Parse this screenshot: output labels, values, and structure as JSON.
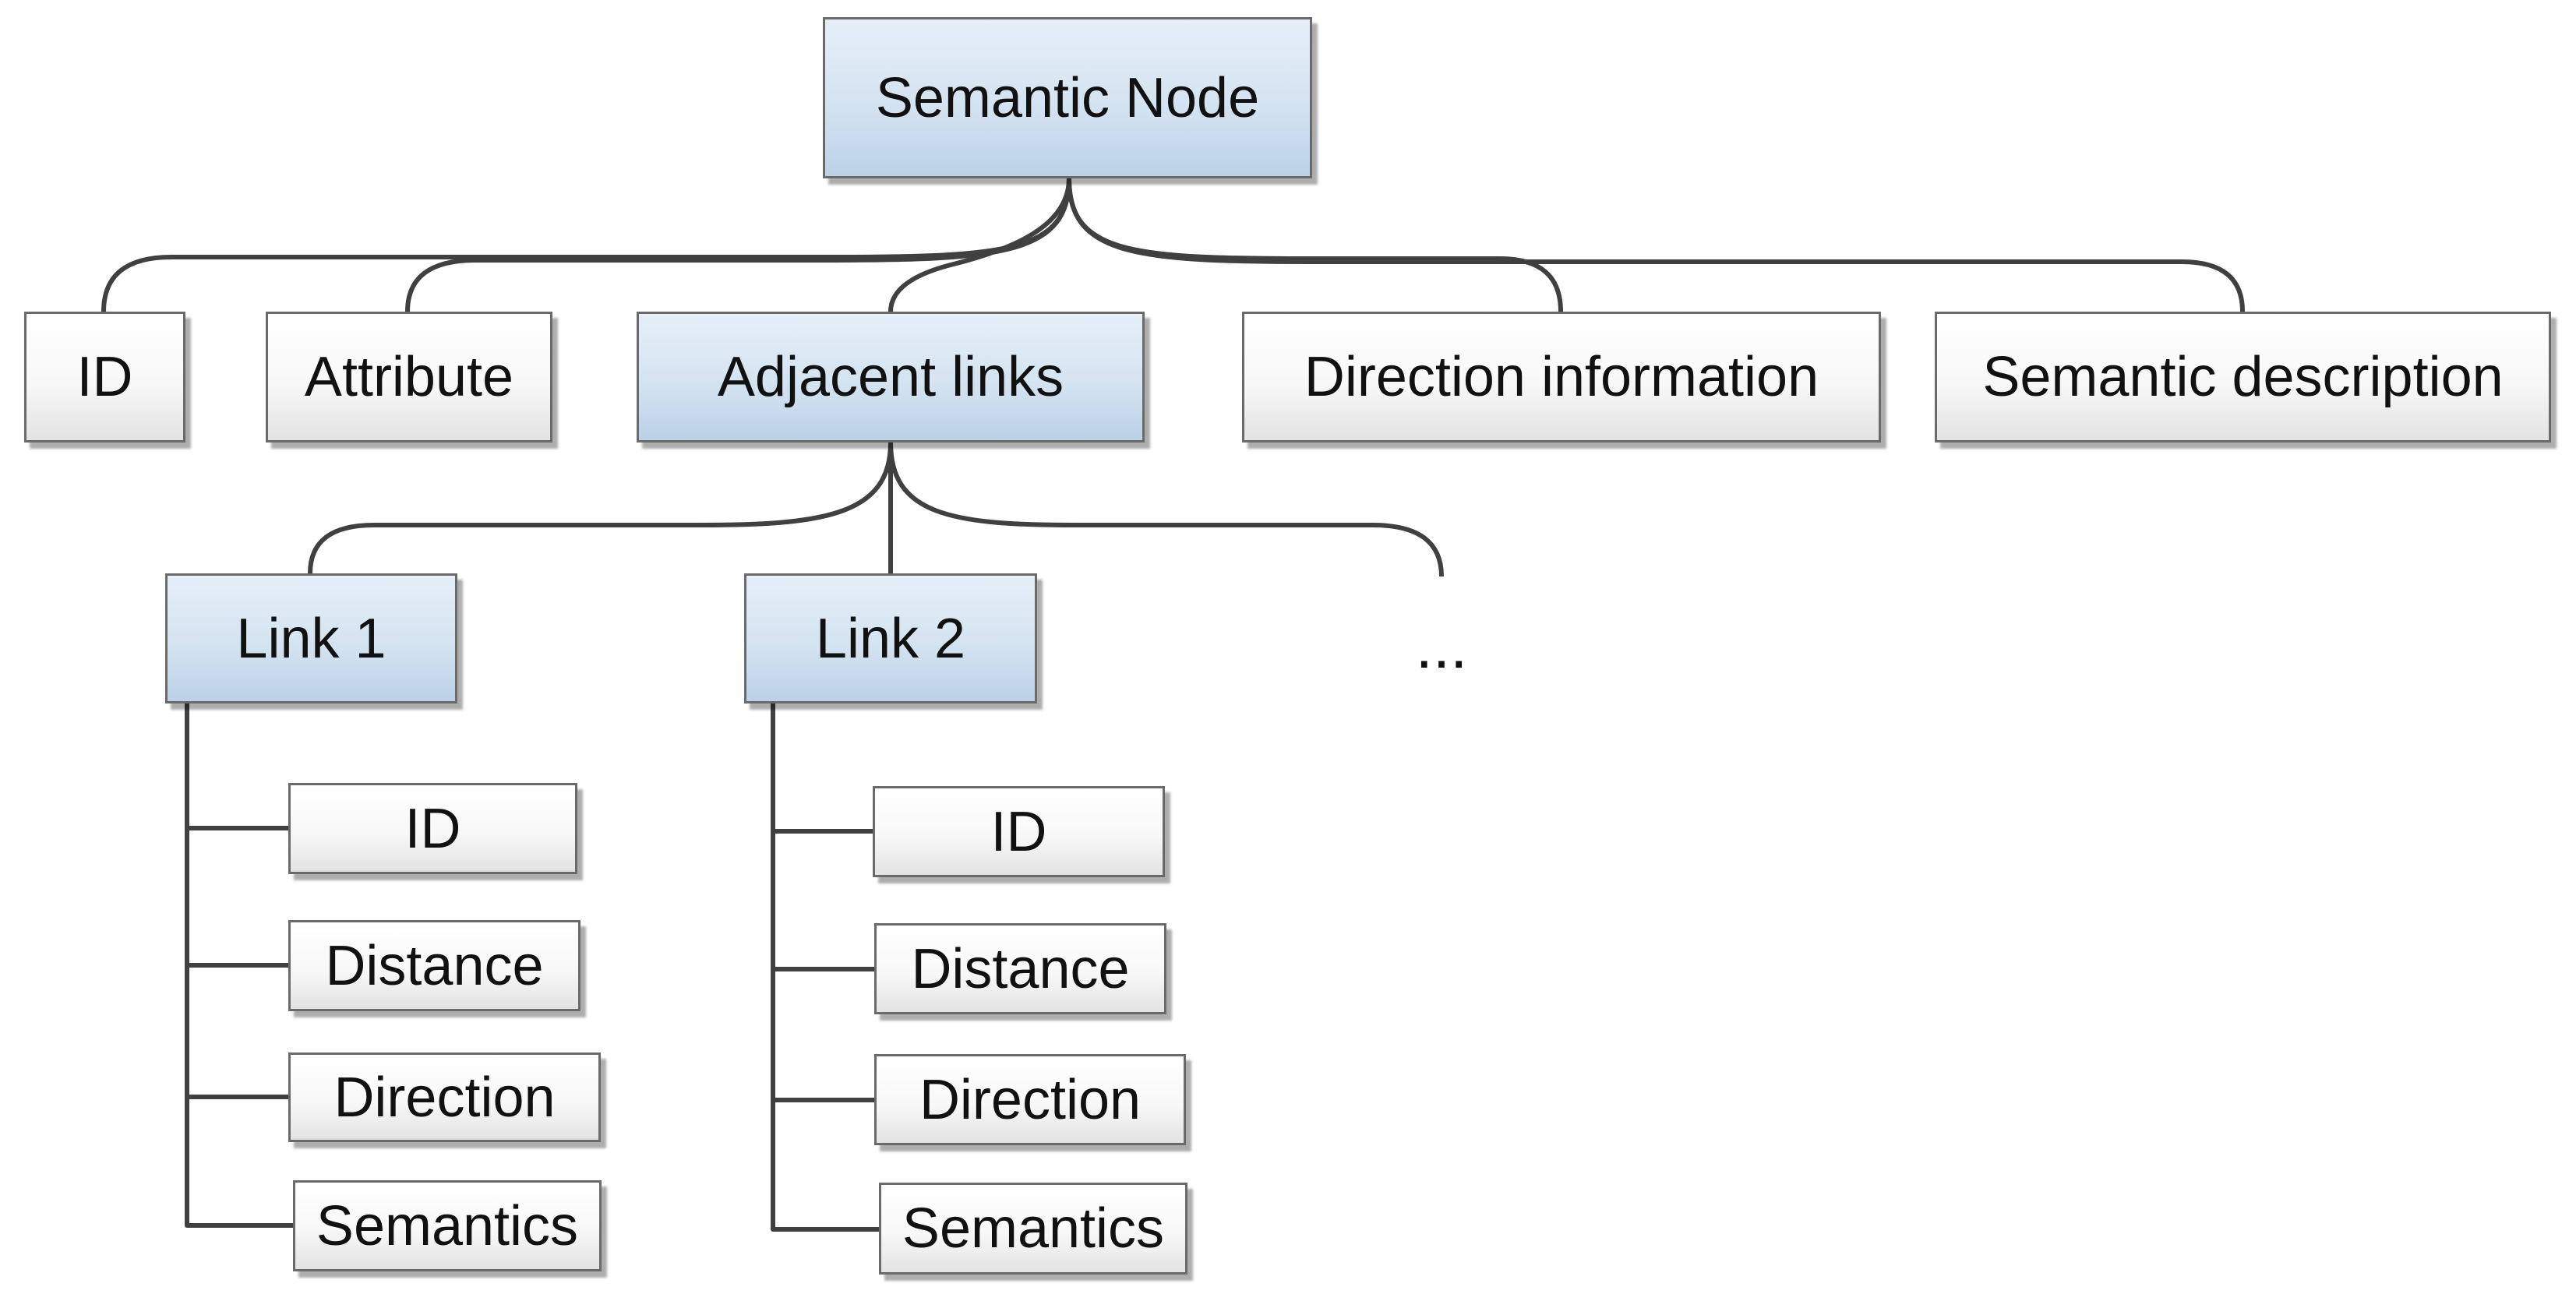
{
  "root": {
    "label": "Semantic Node"
  },
  "level1": {
    "id": "ID",
    "attribute": "Attribute",
    "adjacent_links": "Adjacent links",
    "direction_information": "Direction information",
    "semantic_description": "Semantic description"
  },
  "links": [
    {
      "label": "Link 1",
      "fields": [
        "ID",
        "Distance",
        "Direction",
        "Semantics"
      ]
    },
    {
      "label": "Link 2",
      "fields": [
        "ID",
        "Distance",
        "Direction",
        "Semantics"
      ]
    }
  ],
  "more_links": "...",
  "colors": {
    "highlight_fill": "#d4e3f1",
    "plain_fill": "#f4f4f4",
    "line": "#404040"
  }
}
